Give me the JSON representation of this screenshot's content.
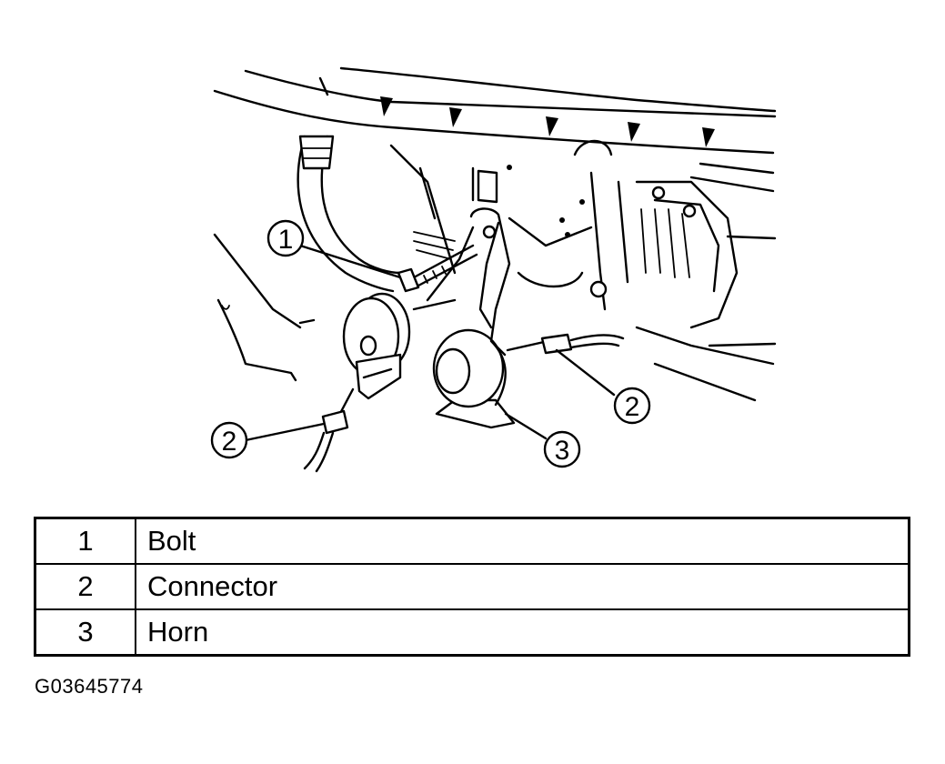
{
  "diagram": {
    "callouts": [
      {
        "number": "1"
      },
      {
        "number": "2"
      },
      {
        "number": "2"
      },
      {
        "number": "3"
      }
    ]
  },
  "legend": {
    "rows": [
      {
        "number": "1",
        "label": "Bolt"
      },
      {
        "number": "2",
        "label": "Connector"
      },
      {
        "number": "3",
        "label": "Horn"
      }
    ]
  },
  "figure_id": "G03645774"
}
